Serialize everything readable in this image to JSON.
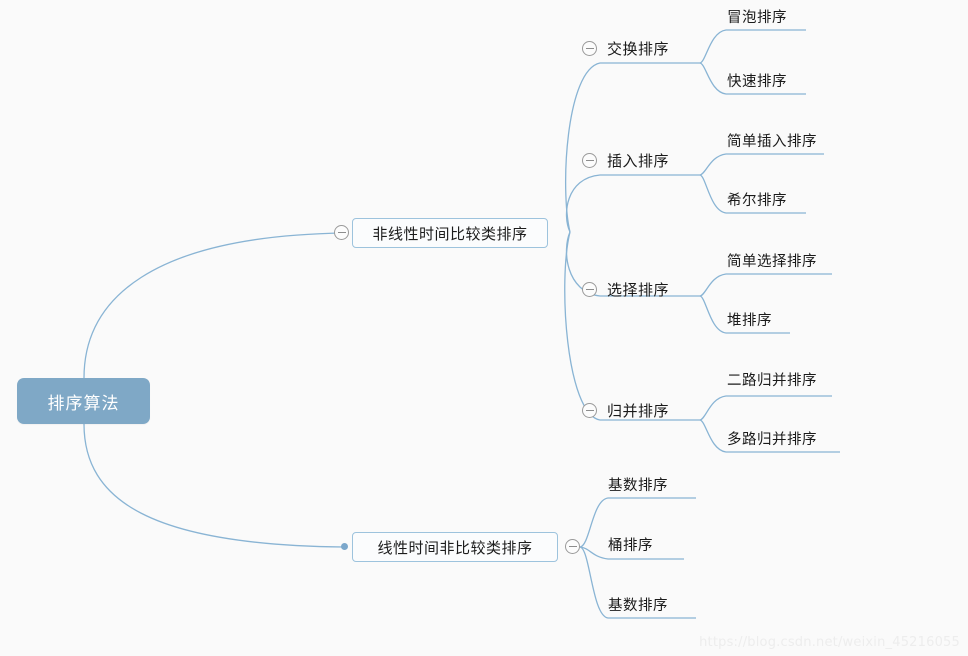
{
  "canvas": {
    "background_color": "#fafafa",
    "edge_color": "#89b4d4",
    "root_fill": "#7fa8c6",
    "root_text_color": "#ffffff",
    "level1_border": "#9dc3dd",
    "level1_fill": "#fbfcfd"
  },
  "watermark": {
    "text": "https://blog.csdn.net/weixin_45216055"
  },
  "root": {
    "label": "排序算法"
  },
  "branches": [
    {
      "label": "非线性时间比较类排序",
      "toggle_icon": "minus-circle-icon",
      "children": [
        {
          "label": "交换排序",
          "toggle_icon": "minus-circle-icon",
          "leaves": [
            {
              "label": "冒泡排序"
            },
            {
              "label": "快速排序"
            }
          ]
        },
        {
          "label": "插入排序",
          "toggle_icon": "minus-circle-icon",
          "leaves": [
            {
              "label": "简单插入排序"
            },
            {
              "label": "希尔排序"
            }
          ]
        },
        {
          "label": "选择排序",
          "toggle_icon": "minus-circle-icon",
          "leaves": [
            {
              "label": "简单选择排序"
            },
            {
              "label": "堆排序"
            }
          ]
        },
        {
          "label": "归并排序",
          "toggle_icon": "minus-circle-icon",
          "leaves": [
            {
              "label": "二路归并排序"
            },
            {
              "label": "多路归并排序"
            }
          ]
        }
      ]
    },
    {
      "label": "线性时间非比较类排序",
      "toggle_icon": "minus-circle-icon",
      "bullet_icon": "bullet-dot-icon",
      "children": [
        {
          "label": "基数排序"
        },
        {
          "label": "桶排序"
        },
        {
          "label": "基数排序"
        }
      ]
    }
  ]
}
